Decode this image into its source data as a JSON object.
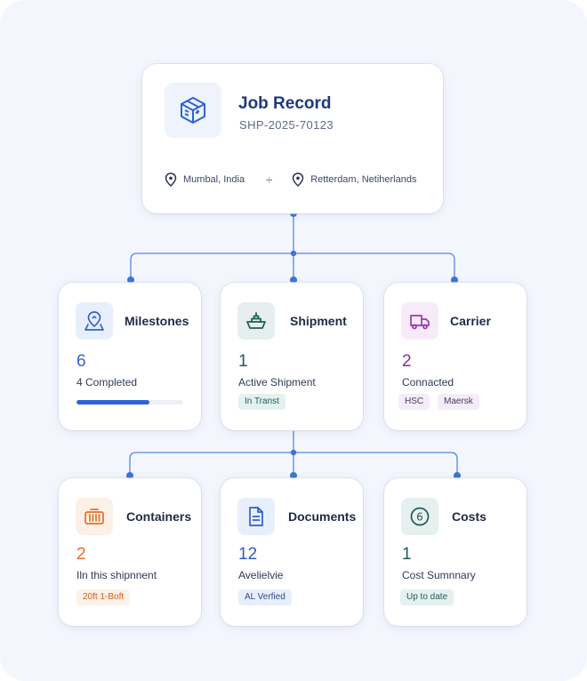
{
  "job": {
    "title": "Job Record",
    "reference": "SHP-2025-70123",
    "origin": "Mumbal, India",
    "separator": "÷",
    "destination": "Retterdam, Netiherlands",
    "icon": "cube-box-icon"
  },
  "tiles": {
    "milestones": {
      "label": "Milestones",
      "count": "6",
      "sub": "4 Completed",
      "progress_fraction": 0.68,
      "icon": "map-pin-icon",
      "accent": "#2f62d8"
    },
    "shipment": {
      "label": "Shipment",
      "count": "1",
      "sub": "Active Shipment",
      "chip": "In Transt",
      "icon": "ship-icon",
      "accent": "#1f5c57"
    },
    "carrier": {
      "label": "Carrier",
      "count": "2",
      "sub": "Connacted",
      "chips": [
        "HSC",
        "Maersk"
      ],
      "icon": "truck-icon",
      "accent": "#8e2ba8"
    },
    "containers": {
      "label": "Containers",
      "count": "2",
      "sub": "Iln this shipnnent",
      "chip": "20ft 1-Boft",
      "icon": "container-icon",
      "accent": "#e4702a"
    },
    "documents": {
      "label": "Documents",
      "count": "12",
      "sub": "Avelielvie",
      "chip": "AL Verfied",
      "icon": "document-icon",
      "accent": "#2f5fc4"
    },
    "costs": {
      "label": "Costs",
      "count": "1",
      "sub": "Cost Sumnnary",
      "chip": "Up to date",
      "icon": "cost-coin-icon",
      "accent": "#1f5c57"
    }
  },
  "colors": {
    "connector": "#4d7fe0",
    "background": "#f3f6fd"
  }
}
